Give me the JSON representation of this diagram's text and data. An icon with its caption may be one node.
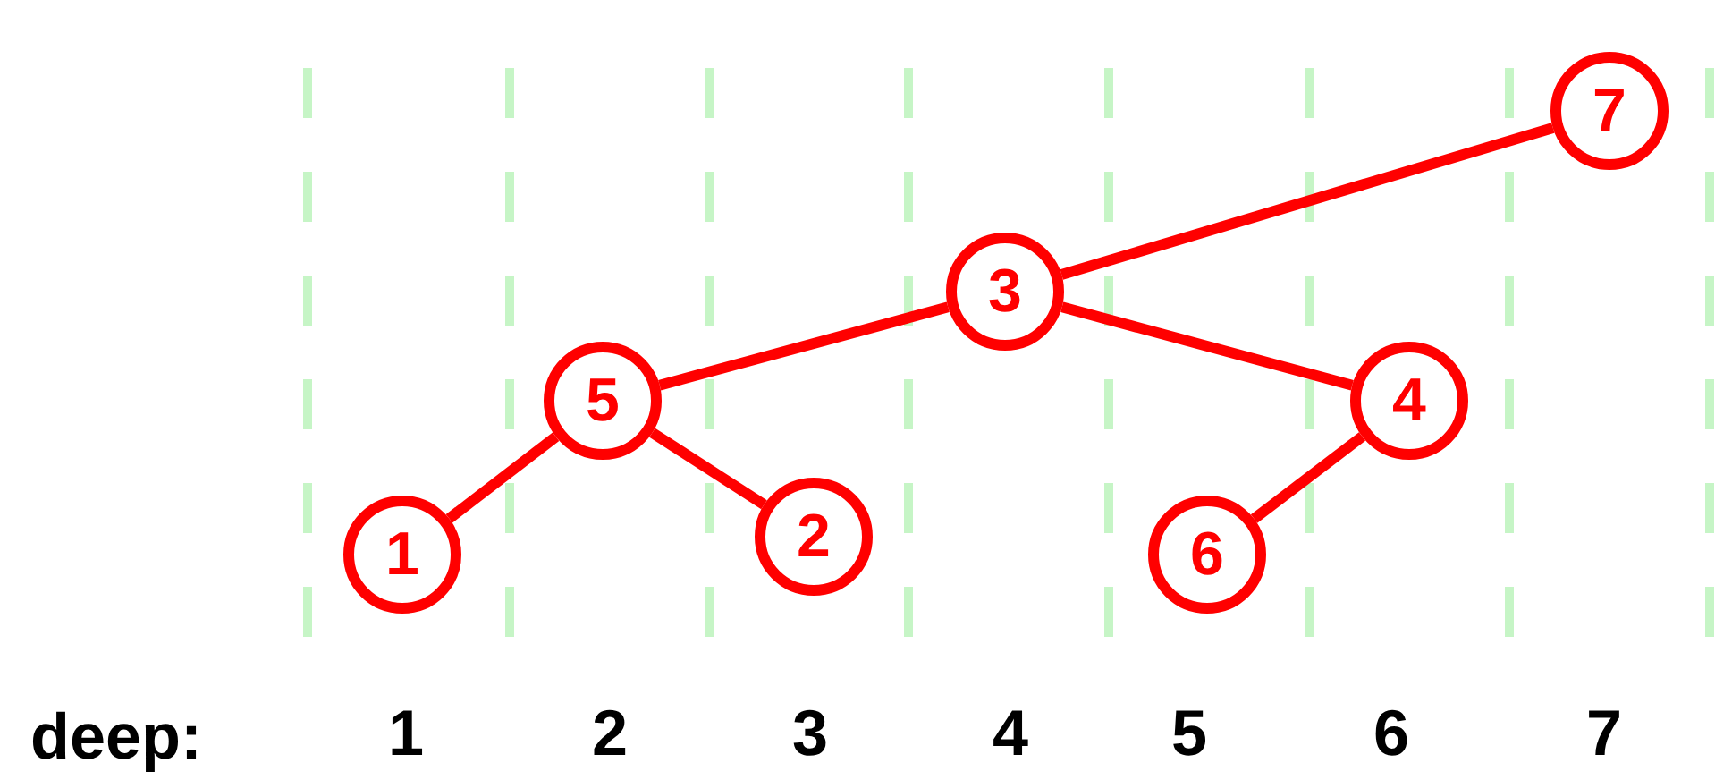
{
  "diagram": {
    "nodes": [
      {
        "text": [
          "7"
        ]
      },
      {
        "text": [
          "3"
        ]
      },
      {
        "text": [
          "5"
        ]
      },
      {
        "text": [
          "4"
        ]
      },
      {
        "text": [
          "1"
        ]
      },
      {
        "text": [
          "2"
        ]
      },
      {
        "text": [
          "6"
        ]
      }
    ],
    "edges": [
      {
        "from": 1,
        "to": 0,
        "arrow": "none"
      },
      {
        "from": 2,
        "to": 1,
        "arrow": "none"
      },
      {
        "from": 1,
        "to": 3,
        "arrow": "none"
      },
      {
        "from": 2,
        "to": 4,
        "arrow": "none"
      },
      {
        "from": 2,
        "to": 5,
        "arrow": "none"
      },
      {
        "from": 3,
        "to": 6,
        "arrow": "none"
      }
    ],
    "labels": [
      "deep:",
      "1",
      "2",
      "3",
      "4",
      "5",
      "6",
      "7"
    ]
  }
}
